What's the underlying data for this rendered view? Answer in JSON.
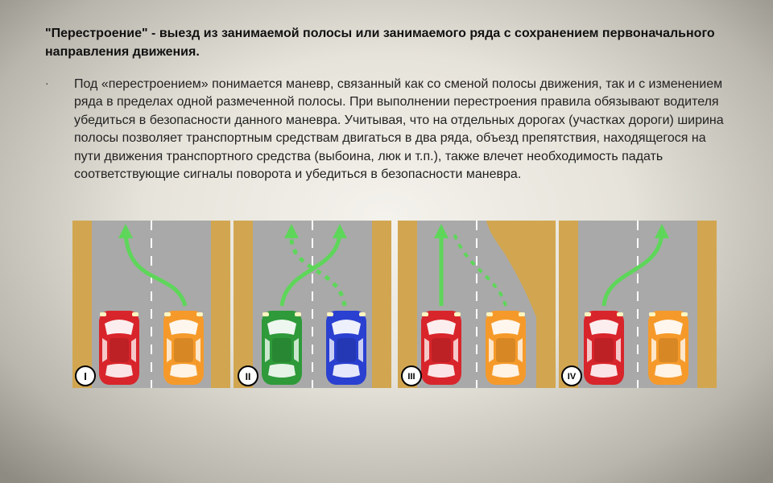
{
  "slide": {
    "title": "\"Перестроение\" - выезд из занимаемой полосы или занимаемого ряда с сохранением первоначального направления движения.",
    "bullet": "·",
    "body": "Под «перестроением» понимается маневр, связанный как со сменой полосы движения, так и с изменением ряда в пределах одной размеченной полосы. При выполнении перестроения правила обязывают водителя убедиться в безопасности данного маневра. Учитывая, что на отдельных дорогах (участках дороги) ширина полосы позволяет транспортным средствам двигаться в два ряда, объезд препятствия, находящегося на пути движения транспортного средства (выбоина, люк и т.п.), также влечет необходимость падать соответствующие сигналы поворота и убедиться в безопасности маневра."
  },
  "panels": [
    {
      "label": "I",
      "left_car": "red-car",
      "right_car": "orange-car"
    },
    {
      "label": "II",
      "left_car": "green-car",
      "right_car": "blue-car"
    },
    {
      "label": "III",
      "left_car": "red-car",
      "right_car": "orange-car"
    },
    {
      "label": "IV",
      "left_car": "red-car",
      "right_car": "orange-car"
    }
  ],
  "colors": {
    "road": "#a9a9a9",
    "shoulder": "#d2a650",
    "arrow": "#5ed65a",
    "red": "#d8252b",
    "orange": "#f59a2a",
    "green": "#2e9a3a",
    "blue": "#2a40d0"
  }
}
